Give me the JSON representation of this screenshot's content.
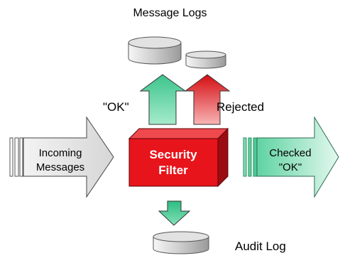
{
  "title": "Message Logs",
  "arrow_ok_label": "\"OK\"",
  "arrow_rejected_label": "Rejected",
  "incoming": {
    "line1": "Incoming",
    "line2": "Messages"
  },
  "checked": {
    "line1": "Checked",
    "line2": "\"OK\""
  },
  "filter": {
    "line1": "Security",
    "line2": "Filter"
  },
  "audit_label": "Audit Log",
  "colors": {
    "filter_red": "#e8141b",
    "reject_red": "#e0161c",
    "ok_green": "#3ec790",
    "checked_green": "#8ee3bd",
    "database_gray": "#c4c4c4",
    "incoming_gray": "#e4e4e4"
  }
}
